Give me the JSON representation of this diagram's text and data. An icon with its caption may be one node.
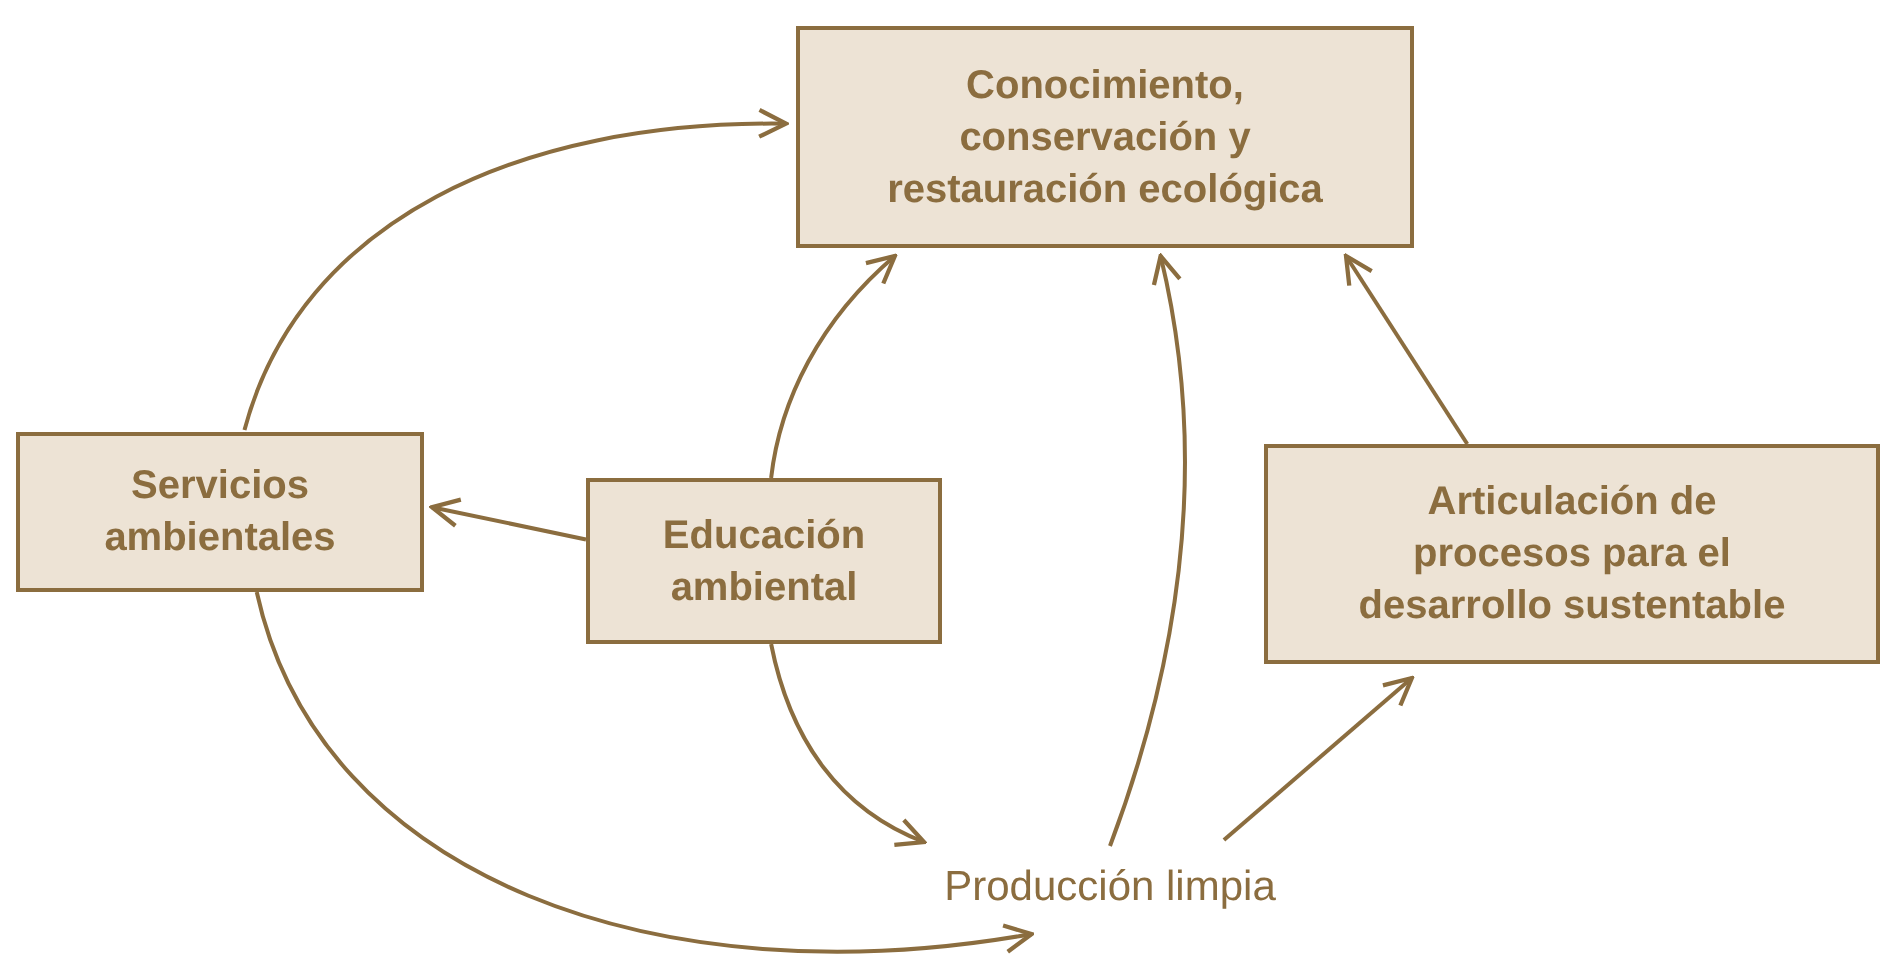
{
  "diagram": {
    "nodes": [
      {
        "text": [
          "Conocimiento, conservación y restauración ecológica"
        ]
      },
      {
        "text": [
          "Servicios ambientales"
        ]
      },
      {
        "text": [
          "Educación ambiental"
        ]
      },
      {
        "text": [
          "Articulación de procesos para el desarrollo sustentable"
        ]
      },
      {
        "text": [
          "Producción limpia"
        ]
      }
    ],
    "edges": [
      {
        "from": 1,
        "to": 0,
        "arrow": "to"
      },
      {
        "from": 2,
        "to": 1,
        "arrow": "to"
      },
      {
        "from": 2,
        "to": 0,
        "arrow": "to"
      },
      {
        "from": 2,
        "to": 4,
        "arrow": "to"
      },
      {
        "from": 4,
        "to": 0,
        "arrow": "to"
      },
      {
        "from": 4,
        "to": 3,
        "arrow": "to"
      },
      {
        "from": 3,
        "to": 0,
        "arrow": "to"
      },
      {
        "from": 1,
        "to": 4,
        "arrow": "to"
      }
    ]
  }
}
